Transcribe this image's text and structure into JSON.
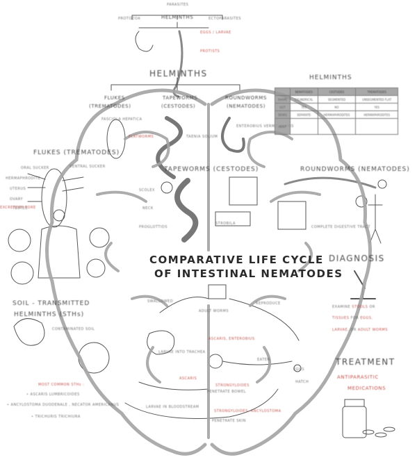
{
  "top": {
    "parasites": "PARASITES",
    "protozoa": "PROTOZOA",
    "helminths": "HELMINTHS",
    "ectoparasites": "ECTOPARASITES",
    "note_eggs": "EGGS / LARVAE",
    "note_protists": "PROTISTS"
  },
  "tree": {
    "title": "HELMINTHS",
    "flukes": "FLUKES",
    "flukes_sub": "(TREMATODES)",
    "fasciola": "FASCIOLA HEPATICA",
    "tapeworms": "TAPEWORMS",
    "tapeworms_sub": "(CESTODES)",
    "taenia": "TAENIA SOLIUM",
    "flatworms": "FLATWORMS",
    "roundworms": "ROUNDWORMS",
    "roundworms_sub": "(NEMATODES)",
    "enterobius": "ENTEROBIUS VERMICULARIS"
  },
  "table": {
    "title": "HELMINTHS",
    "headers": [
      "",
      "NEMATODES",
      "CESTODES",
      "TREMATODES"
    ],
    "rows": [
      [
        "SHAPE",
        "CYLINDRICAL",
        "SEGMENTED",
        "UNSEGMENTED FLAT"
      ],
      [
        "GUT",
        "YES",
        "NO",
        "YES"
      ],
      [
        "SEXES",
        "SEPARATE",
        "HERMAPHRODITES",
        "HERMAPHRODITES"
      ],
      [
        "HOST",
        "",
        "",
        ""
      ]
    ]
  },
  "flukes_panel": {
    "title": "FLUKES (TREMATODES)",
    "labels": [
      "ORAL SUCKER",
      "VENTRAL SUCKER",
      "HERMAPHRODITE",
      "UTERUS",
      "OVARY",
      "TESTES",
      "EXCRETORY PORE"
    ]
  },
  "tapeworm_panel": {
    "title": "TAPEWORMS (CESTODES)",
    "labels": [
      "SCOLEX",
      "NECK",
      "STROBILA",
      "PROGLOTTIDS"
    ]
  },
  "roundworm_panel": {
    "title": "ROUNDWORMS (NEMATODES)",
    "labels": [
      "COMPLETE DIGESTIVE TRACT"
    ]
  },
  "sth": {
    "title_1": "SOIL - TRANSMITTED",
    "title_2": "HELMINTHS (STHs)",
    "contaminated": "CONTAMINATED SOIL",
    "most_common": "MOST COMMON STHs :",
    "list": [
      "• ASCARIS LUMBRICOIDES",
      "• ANCYLOSTOMA DUODENALE , NECATOR AMERICANUS",
      "• TRICHURIS TRICHIURA"
    ]
  },
  "cycle": {
    "title_1": "COMPARATIVE LIFE CYCLE",
    "title_2": "OF INTESTINAL NEMATODES",
    "swallowed": "SWALLOWED",
    "adult_worms": "ADULT WORMS",
    "reproduce": "REPRODUCE",
    "ascaris_enterobius": "ASCARIS, ENTEROBIUS",
    "larvae_trachea": "LARVAE INTO TRACHEA",
    "eaten": "EATEN",
    "eggs": "EGGS",
    "hatch": "HATCH",
    "ascaris": "ASCARIS",
    "strongyloides": "STRONGYLOIDES",
    "penetrate_bowel": "PENETRATE BOWEL",
    "larvae_blood": "LARVAE IN BLOODSTREAM",
    "strongyloides_ancylostoma": "STRONGYLOIDES, ANCYLOSTOMA",
    "penetrate_skin": "PENETRATE SKIN"
  },
  "diagnosis": {
    "title": "DIAGNOSIS",
    "lines": [
      "EXAMINE",
      "STOOLS",
      "OR",
      "TISSUES",
      "FOR",
      "EGGS,",
      "LARVAE,",
      "OR",
      "ADULT WORMS"
    ]
  },
  "treatment": {
    "title": "TREATMENT",
    "line_1": "ANTIPARASITIC",
    "line_2": "MEDICATIONS"
  },
  "colors": {
    "ink": "#2a2a2a",
    "accent": "#b3342c",
    "brain": "#9a9a9a",
    "table_head": "#9a9a9a"
  }
}
